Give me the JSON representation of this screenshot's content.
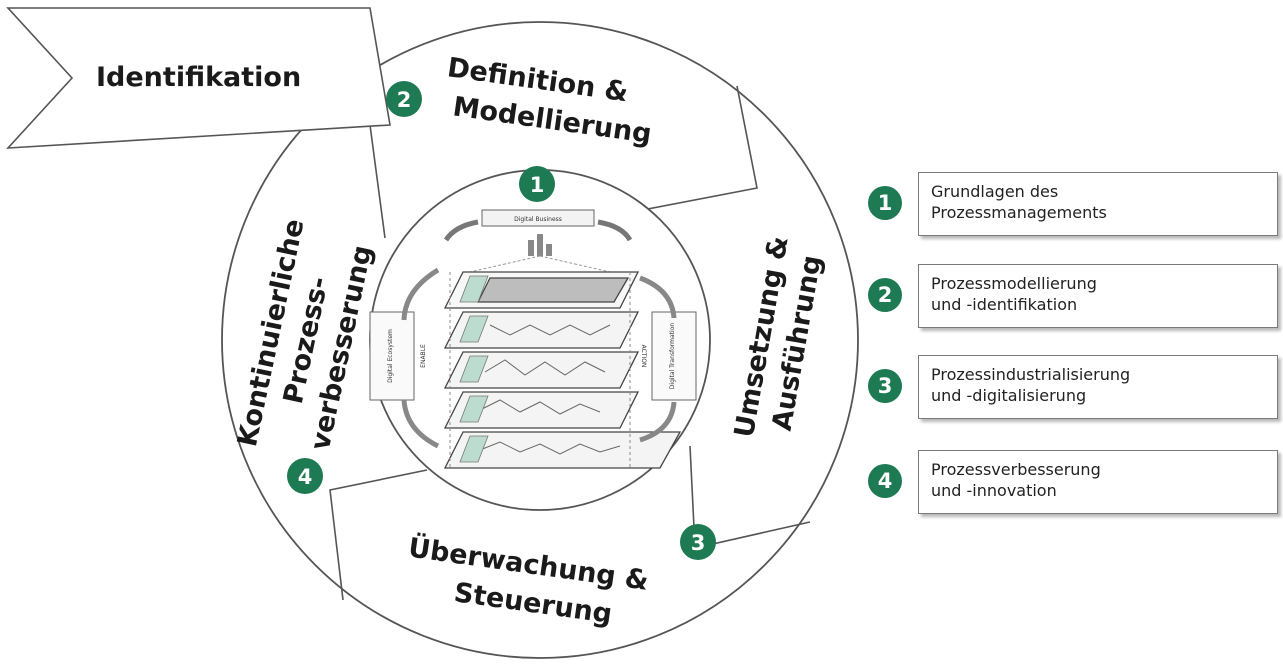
{
  "phases": {
    "identification": "Identifikation",
    "definition_line1": "Definition &",
    "definition_line2": "Modellierung",
    "execution_line1": "Umsetzung &",
    "execution_line2": "Ausführung",
    "monitoring_line1": "Überwachung &",
    "monitoring_line2": "Steuerung",
    "improvement_line1": "Kontinuierliche",
    "improvement_line2": "Prozess-",
    "improvement_line3": "verbesserung"
  },
  "badges": [
    "1",
    "2",
    "3",
    "4"
  ],
  "center": {
    "top_label": "Digital Business",
    "left_label": "Digital Ecosystem",
    "right_label": "Digital Transformation",
    "left_vertical": "ENABLE",
    "right_vertical": "ACTION"
  },
  "legend": [
    {
      "number": "1",
      "line1": "Grundlagen des",
      "line2": "Prozessmanagements"
    },
    {
      "number": "2",
      "line1": "Prozessmodellierung",
      "line2": "und -identifikation"
    },
    {
      "number": "3",
      "line1": "Prozessindustrialisierung",
      "line2": "und -digitalisierung"
    },
    {
      "number": "4",
      "line1": "Prozessverbesserung",
      "line2": "und -innovation"
    }
  ],
  "colors": {
    "badge": "#1e7a52",
    "outline": "#555555"
  }
}
